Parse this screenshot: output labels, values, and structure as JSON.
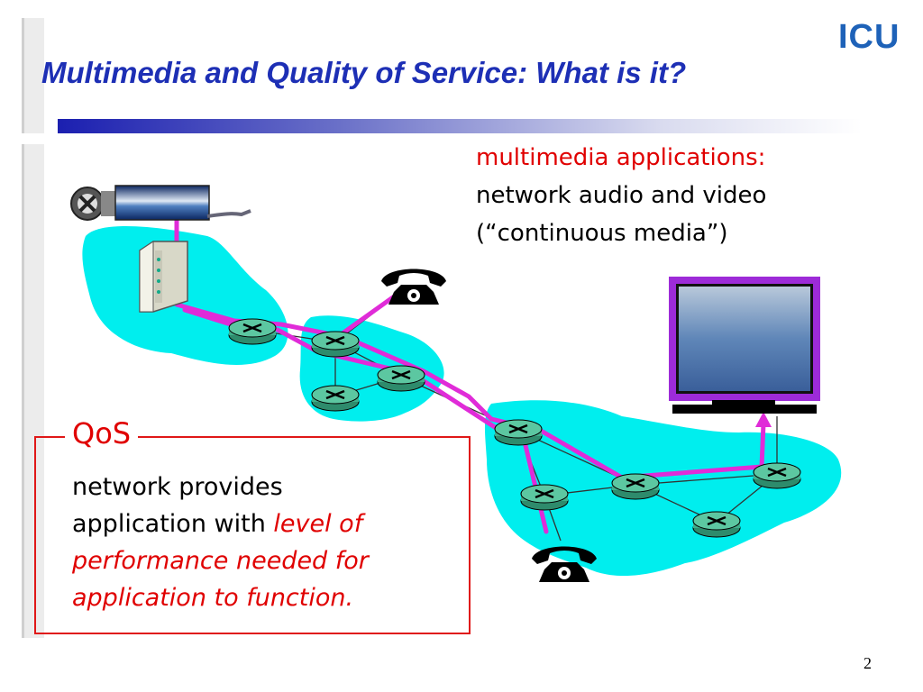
{
  "slide": {
    "title": "Multimedia and Quality of Service: What is it?",
    "logo_text": "ICU",
    "page_number": "2"
  },
  "multimedia": {
    "heading": "multimedia applications:",
    "line1": "network audio and video",
    "line2": "(“continuous media”)"
  },
  "qos": {
    "label": "QoS",
    "line1": "network provides",
    "line2_plain": "application with ",
    "line2_italic": "level of",
    "line3": "performance needed for",
    "line4": "application to function."
  },
  "colors": {
    "title": "#1d2fb5",
    "accent_red": "#e00000",
    "network_cloud": "#00eeee",
    "path_magenta": "#e02bd8",
    "router_green": "#3fae8a"
  },
  "icons": [
    "film-reel-icon",
    "server-icon",
    "telephone-icon",
    "monitor-icon",
    "router-icon"
  ]
}
